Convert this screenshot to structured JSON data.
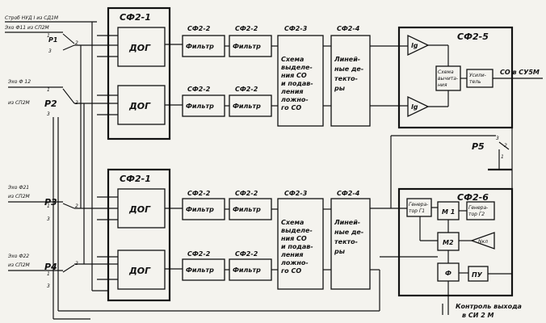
{
  "inputs": {
    "in1": "Строб НУД I из СД1М",
    "in2": "Эхо Ф11 из СП2М",
    "in3a": "Эхо Ф 12",
    "in3b": "из СП2М",
    "in4a": "Эхо Ф21",
    "in4b": "из СП2М",
    "in5a": "Эхо Ф22",
    "in5b": "из СП2М"
  },
  "relays": {
    "p1": "Р1",
    "p2": "Р2",
    "p3": "Р3",
    "p4": "Р4",
    "p5": "Р5",
    "n1": "1",
    "n2": "2",
    "n3": "3"
  },
  "blocks": {
    "sf21": "СФ2-1",
    "dog": "ДОГ",
    "sf22": "СФ2-2",
    "filtr": "Фильтр",
    "sf23": "СФ2-3",
    "schema": [
      "Схема",
      "выделе-",
      "ния СО",
      "и подав-",
      "ления",
      "ложно-",
      "го СО"
    ],
    "sf24": "СФ2-4",
    "det": [
      "Линей-",
      "ные де-",
      "текто-",
      "ры"
    ],
    "sf25": "СФ2-5",
    "lg": "lg",
    "vych": [
      "Схема",
      "вычита-",
      "ния"
    ],
    "usil": [
      "Усили-",
      "тель"
    ],
    "sf26": "СФ2-6",
    "gen1": [
      "Генера-",
      "тор Г1"
    ],
    "gen2": [
      "Генера-",
      "тор Г2"
    ],
    "m1": "М 1",
    "m2": "М2",
    "nkl": "Nкл",
    "phi": "Ф",
    "pu": "ПУ"
  },
  "outputs": {
    "co": "СО в СУ5М",
    "ctrl1": "Контроль выхода",
    "ctrl2": "в  СИ 2 М"
  }
}
